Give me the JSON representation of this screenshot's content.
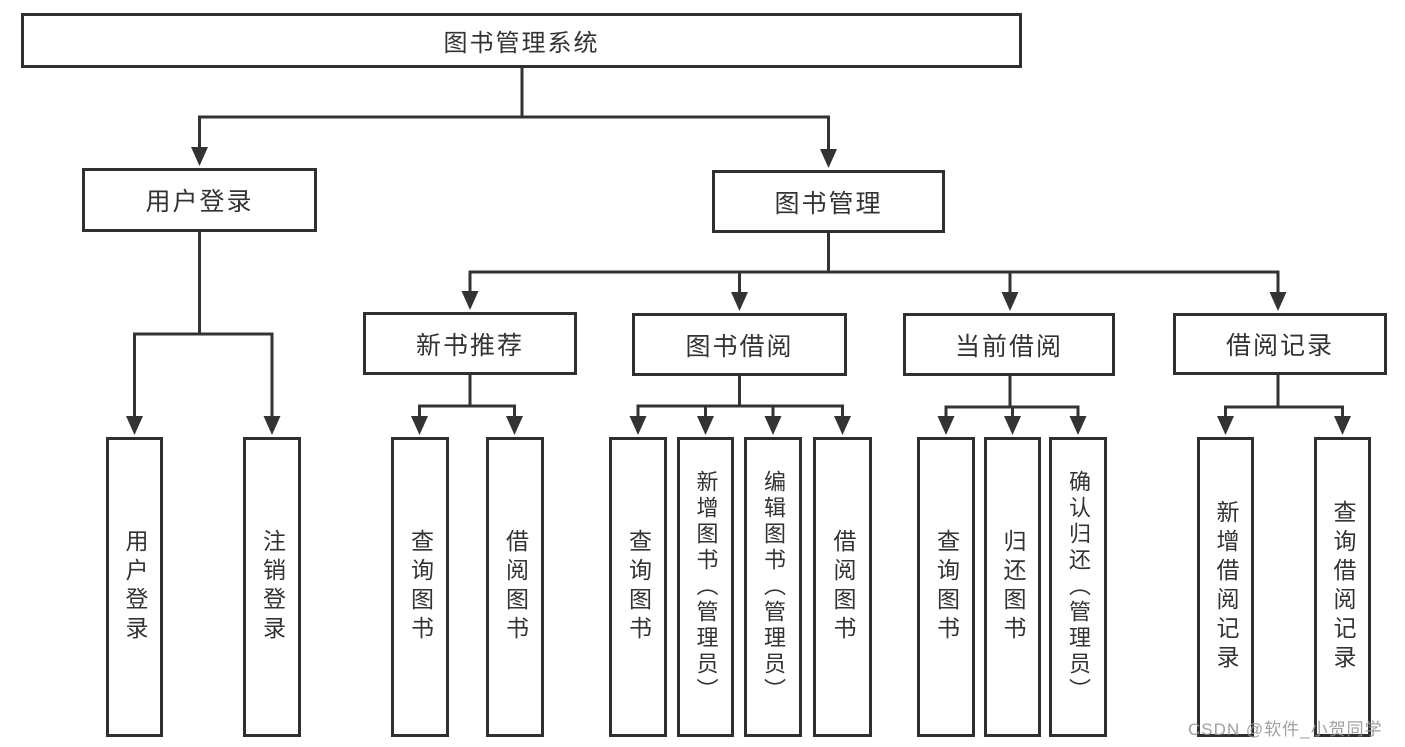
{
  "watermark": "CSDN @软件_小贺同学",
  "colors": {
    "line": "#333333",
    "box_border": "#2f2f2f",
    "text": "#333333",
    "watermark": "#969696",
    "background": "#ffffff"
  },
  "tree": {
    "root": {
      "label": "图书管理系统",
      "children": [
        {
          "label": "用户登录",
          "children": [
            {
              "label": "用户登录"
            },
            {
              "label": "注销登录"
            }
          ]
        },
        {
          "label": "图书管理",
          "children": [
            {
              "label": "新书推荐",
              "children": [
                {
                  "label": "查询图书"
                },
                {
                  "label": "借阅图书"
                }
              ]
            },
            {
              "label": "图书借阅",
              "children": [
                {
                  "label": "查询图书"
                },
                {
                  "label": "新增图书（管理员）"
                },
                {
                  "label": "编辑图书（管理员）"
                },
                {
                  "label": "借阅图书"
                }
              ]
            },
            {
              "label": "当前借阅",
              "children": [
                {
                  "label": "查询图书"
                },
                {
                  "label": "归还图书"
                },
                {
                  "label": "确认归还（管理员）"
                }
              ]
            },
            {
              "label": "借阅记录",
              "children": [
                {
                  "label": "新增借阅记录"
                },
                {
                  "label": "查询借阅记录"
                }
              ]
            }
          ]
        }
      ]
    }
  }
}
